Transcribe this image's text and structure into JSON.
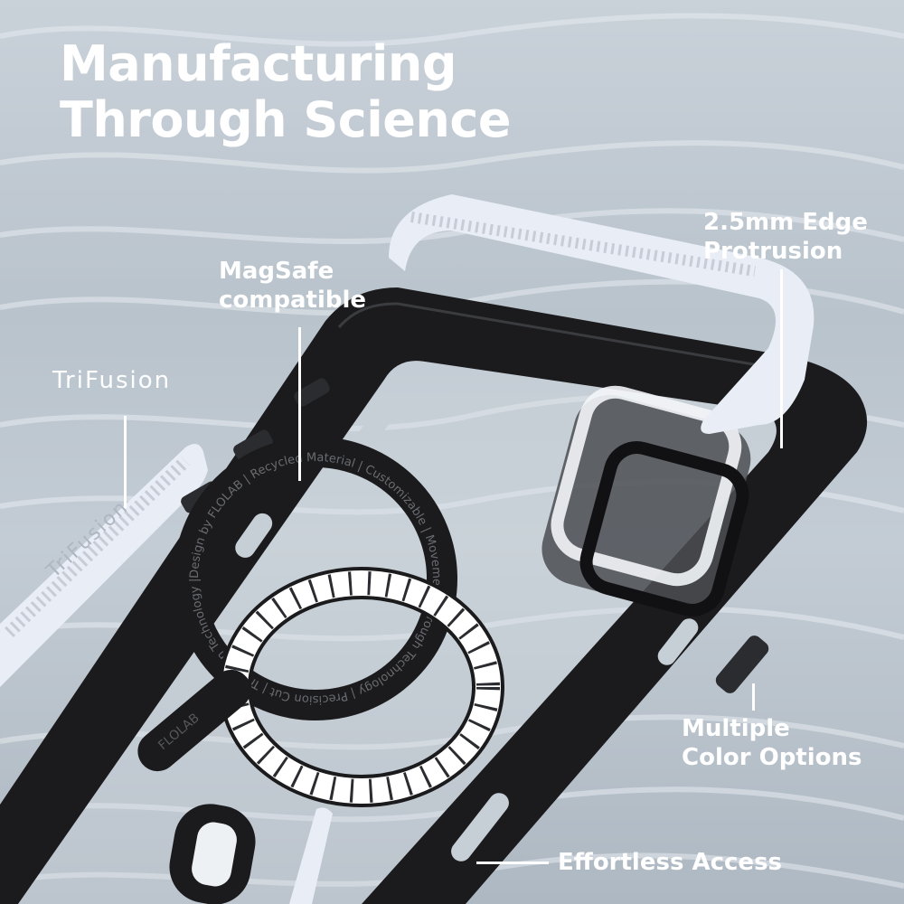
{
  "title": {
    "line1": "Manufacturing",
    "line2": "Through Science"
  },
  "brand": "TriFusion",
  "labels": {
    "magsafe": {
      "line1": "MagSafe",
      "line2": "compatible"
    },
    "edge": {
      "line1": "2.5mm Edge",
      "line2": "Protrusion"
    },
    "color": {
      "line1": "Multiple",
      "line2": "Color Options"
    },
    "access": "Effortless Access"
  },
  "strip_text": "TriFusion",
  "ring_text": "Design by FLOLAB | Recycled Material | Customizable | Movement Through Technology | Precision Cut | TriFusion Technology |",
  "ring_logo": "FLOLAB",
  "colors": {
    "background": "#c3ccd4",
    "frame": "#1b1b1d",
    "bumper": "#e9edf5",
    "text": "#ffffff"
  }
}
